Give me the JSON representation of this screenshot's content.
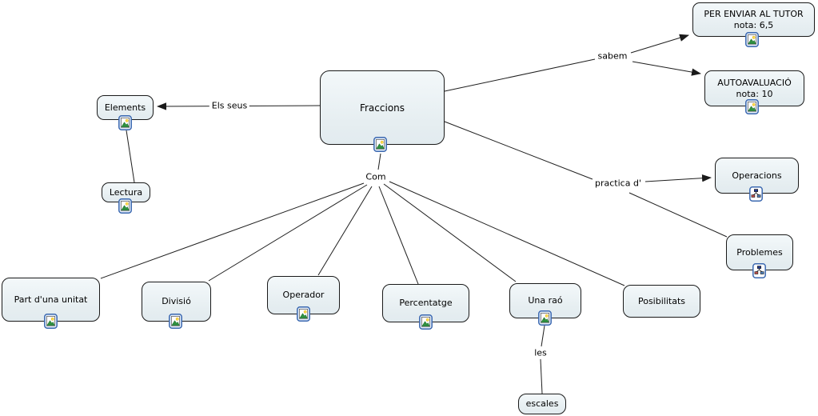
{
  "nodes": {
    "fraccions": "Fraccions",
    "elements": "Elements",
    "lectura": "Lectura",
    "tutor_line1": "PER ENVIAR AL TUTOR",
    "tutor_line2": "nota: 6,5",
    "autoavaluacio_line1": "AUTOAVALUACIÓ",
    "autoavaluacio_line2": "nota: 10",
    "operacions": "Operacions",
    "problemes": "Problemes",
    "part_unitat": "Part d'una unitat",
    "divisio": "Divisió",
    "operador": "Operador",
    "percentatge": "Percentatge",
    "una_rao": "Una raó",
    "posibilitats": "Posibilitats",
    "escales": "escales"
  },
  "link_labels": {
    "els_seus": "Els seus",
    "sabem": "sabem",
    "practica": "practica d'",
    "com": "Com",
    "les": "les"
  },
  "icons": {
    "image_resource": "image-resource-icon",
    "cmap_resource": "concept-map-resource-icon"
  },
  "colors": {
    "node_fill_top": "#f3f8fa",
    "node_fill_bottom": "#e2ebef",
    "node_border": "#1a1a1a",
    "line": "#1f1f1f",
    "icon_border": "#3b68b0",
    "background": "#ffffff"
  }
}
